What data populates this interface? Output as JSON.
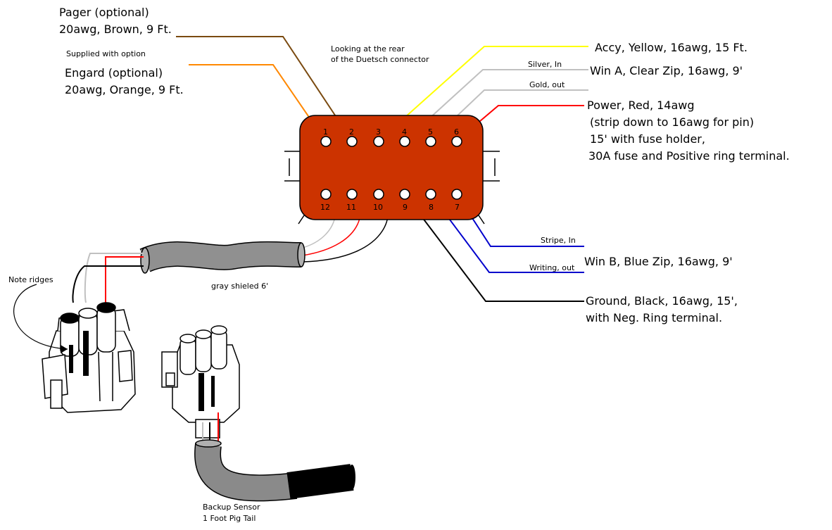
{
  "labels": {
    "pager_line1": "Pager (optional)",
    "pager_line2": "20awg, Brown, 9 Ft.",
    "supplied": "Supplied with option",
    "engard_line1": "Engard (optional)",
    "engard_line2": "20awg, Orange, 9 Ft.",
    "looking_line1": "Looking at the rear",
    "looking_line2": "of the Duetsch connector",
    "accy": "Accy, Yellow, 16awg, 15 Ft.",
    "silver_in": "Silver, In",
    "win_a": "Win A, Clear Zip, 16awg, 9'",
    "gold_out": "Gold, out",
    "power_line1": "Power, Red, 14awg",
    "power_line2": "(strip down to 16awg for pin)",
    "power_line3": "15' with fuse holder,",
    "power_line4": "30A fuse and Positive ring terminal.",
    "stripe_in": "Stripe, In",
    "win_b": "Win B, Blue Zip, 16awg, 9'",
    "writing_out": "Writing, out",
    "ground_line1": "Ground, Black, 16awg, 15',",
    "ground_line2": "with Neg. Ring terminal.",
    "note_ridges": "Note ridges",
    "gray_shielded": "gray shieled 6'",
    "backup_line1": "Backup Sensor",
    "backup_line2": "1 Foot Pig Tail"
  },
  "pins": {
    "top": [
      "1",
      "2",
      "3",
      "4",
      "5",
      "6"
    ],
    "bottom": [
      "12",
      "11",
      "10",
      "9",
      "8",
      "7"
    ]
  },
  "colors": {
    "connector_body": "#cc3300",
    "pager_wire": "#7a4a10",
    "engard_wire": "#ff8800",
    "accy_wire": "#ffff00",
    "power_wire": "#ff0000",
    "win_a_wire": "#c0c0c0",
    "win_b_wire": "#0000cc",
    "ground_wire": "#000000",
    "cable": "#909090"
  }
}
